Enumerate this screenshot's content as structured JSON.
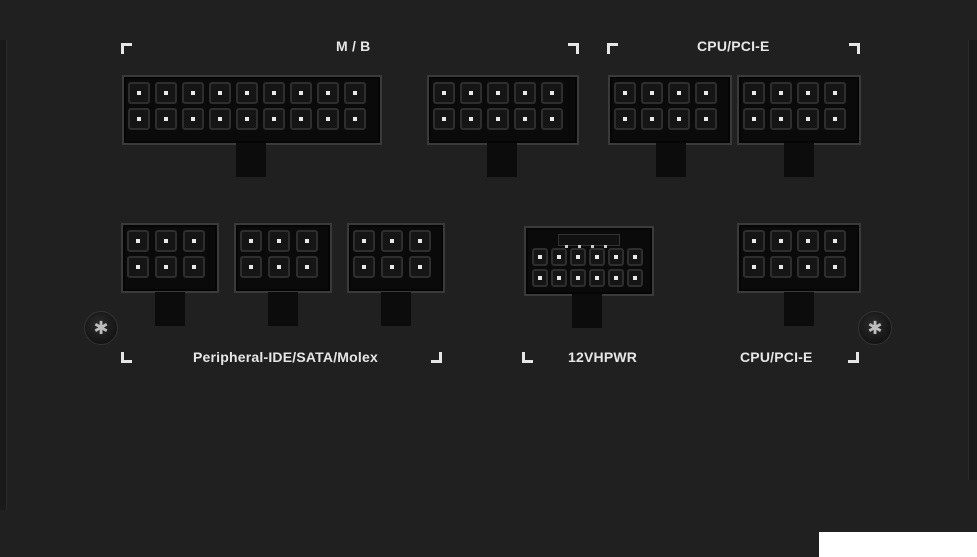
{
  "labels": {
    "mb": "M / B",
    "cpu_pcie_top": "CPU/PCI-E",
    "peripheral": "Peripheral-IDE/SATA/Molex",
    "hpwr": "12VHPWR",
    "cpu_pcie_bottom": "CPU/PCI-E"
  },
  "connectors": [
    {
      "group": "mb",
      "pins": 18,
      "rows": 2,
      "cols": 9
    },
    {
      "group": "mb",
      "pins": 10,
      "rows": 2,
      "cols": 5
    },
    {
      "group": "cpu_pcie_top",
      "pins": 8,
      "rows": 2,
      "cols": 4
    },
    {
      "group": "cpu_pcie_top",
      "pins": 8,
      "rows": 2,
      "cols": 4
    },
    {
      "group": "peripheral",
      "pins": 6,
      "rows": 2,
      "cols": 3
    },
    {
      "group": "peripheral",
      "pins": 6,
      "rows": 2,
      "cols": 3
    },
    {
      "group": "peripheral",
      "pins": 6,
      "rows": 2,
      "cols": 3
    },
    {
      "group": "hpwr",
      "pins": 12,
      "rows": 2,
      "cols": 6,
      "sense_pins": 4
    },
    {
      "group": "cpu_pcie_bottom",
      "pins": 8,
      "rows": 2,
      "cols": 4
    }
  ],
  "icons": {
    "screw_left": "screw-icon",
    "screw_right": "screw-icon"
  },
  "colors": {
    "panel": "#202020",
    "text": "#e6e6e6"
  }
}
